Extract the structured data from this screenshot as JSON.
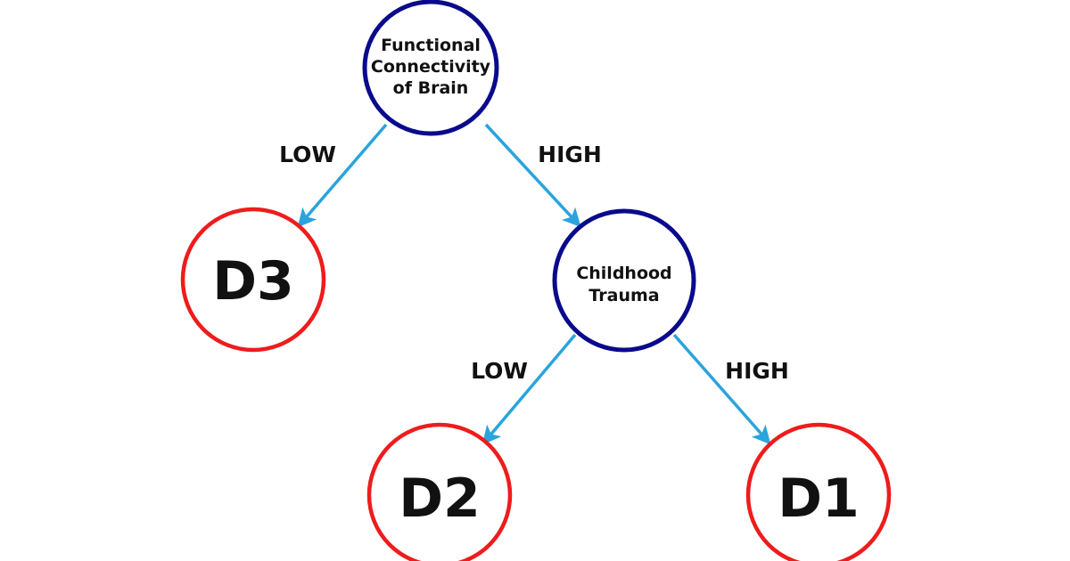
{
  "diagram": {
    "type": "decision-tree",
    "colors": {
      "decision_node": "#0a0a8c",
      "outcome_node": "#ee1c1c",
      "edge": "#2aa4dc",
      "text": "#111111"
    },
    "nodes": [
      {
        "id": "fcb",
        "kind": "decision",
        "lines": [
          "Functional",
          "Connectivity",
          "of Brain"
        ]
      },
      {
        "id": "ct",
        "kind": "decision",
        "lines": [
          "Childhood",
          "Trauma"
        ]
      },
      {
        "id": "d3",
        "kind": "outcome",
        "lines": [
          "D3"
        ]
      },
      {
        "id": "d2",
        "kind": "outcome",
        "lines": [
          "D2"
        ]
      },
      {
        "id": "d1",
        "kind": "outcome",
        "lines": [
          "D1"
        ]
      }
    ],
    "edges": [
      {
        "from": "fcb",
        "to": "d3",
        "label": "LOW"
      },
      {
        "from": "fcb",
        "to": "ct",
        "label": "HIGH"
      },
      {
        "from": "ct",
        "to": "d2",
        "label": "LOW"
      },
      {
        "from": "ct",
        "to": "d1",
        "label": "HIGH"
      }
    ]
  }
}
